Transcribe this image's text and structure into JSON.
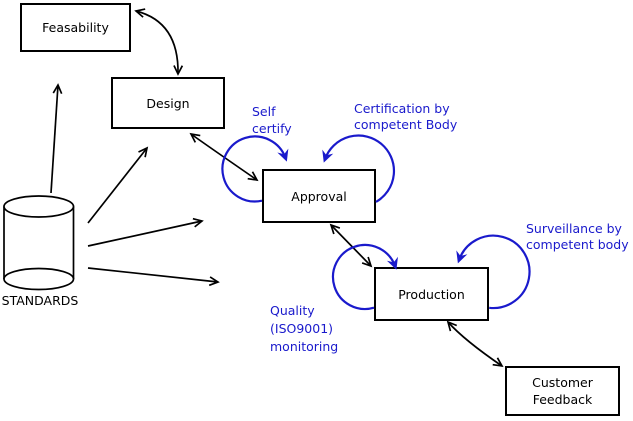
{
  "diagram": {
    "background": "#ffffff",
    "line_color": "#000000",
    "annotation_color": "#1a1acc",
    "nodes": {
      "feasability": {
        "label": "Feasability",
        "shape": "rect"
      },
      "design": {
        "label": "Design",
        "shape": "rect"
      },
      "approval": {
        "label": "Approval",
        "shape": "rect"
      },
      "production": {
        "label": "Production",
        "shape": "rect"
      },
      "customer_feedback": {
        "label": "Customer\nFeedback",
        "shape": "rect"
      },
      "standards": {
        "label": "STANDARDS",
        "shape": "cylinder"
      }
    },
    "annotations": {
      "self_certify": {
        "label": "Self\ncertify"
      },
      "certification": {
        "label": "Certification by\ncompetent Body"
      },
      "surveillance": {
        "label": "Surveillance by\ncompetent body"
      },
      "quality_monitoring": {
        "label": "Quality\n(ISO9001)\nmonitoring"
      }
    }
  }
}
